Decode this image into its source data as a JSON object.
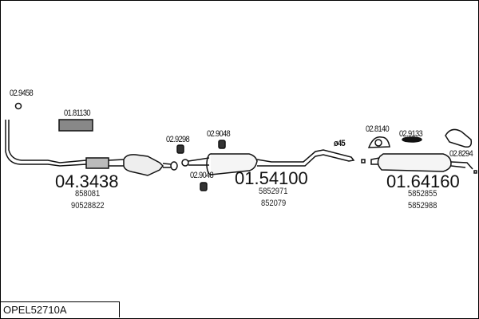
{
  "diagram_code": "OPEL52710A",
  "parts": {
    "front_pipe": {
      "number": "04.3438",
      "refs": [
        "858081",
        "90528822"
      ]
    },
    "middle_silencer": {
      "number": "01.54100",
      "refs": [
        "5852971",
        "852079"
      ]
    },
    "rear_silencer": {
      "number": "01.64160",
      "refs": [
        "5852855",
        "5852988"
      ]
    },
    "gasket_front": "02.9458",
    "flex_pipe": "01.81130",
    "clamp_1": "02.9298",
    "clamp_2_top": "02.9048",
    "clamp_2_bottom": "02.9048",
    "hanger_1": "02.8140",
    "rubber_ring": "02.9133",
    "hanger_clamp": "02.8294",
    "diameter_label": "ø45"
  }
}
